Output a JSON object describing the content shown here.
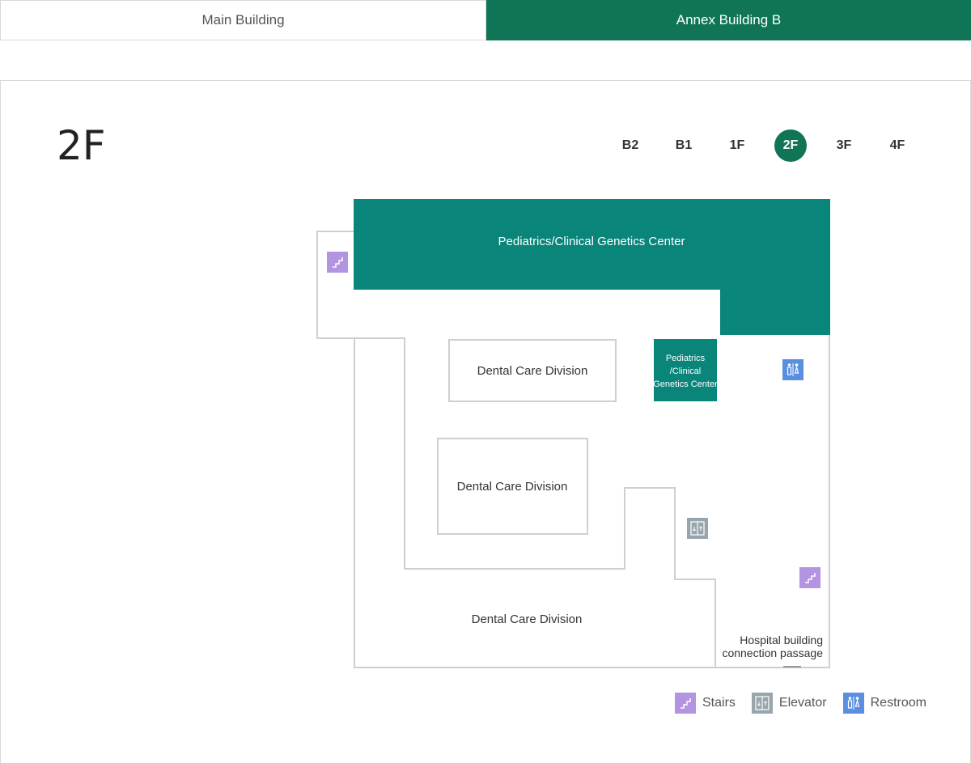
{
  "tabs": [
    {
      "label": "Main Building",
      "active": false
    },
    {
      "label": "Annex Building B",
      "active": true
    }
  ],
  "floor": {
    "current": "2F"
  },
  "floor_nav": [
    {
      "label": "B2",
      "active": false
    },
    {
      "label": "B1",
      "active": false
    },
    {
      "label": "1F",
      "active": false
    },
    {
      "label": "2F",
      "active": true
    },
    {
      "label": "3F",
      "active": false
    },
    {
      "label": "4F",
      "active": false
    }
  ],
  "rooms": {
    "pediatrics_main": "Pediatrics/Clinical Genetics Center",
    "pediatrics_small": [
      "Pediatrics",
      "/Clinical",
      "Genetics Center"
    ],
    "dental_1": "Dental Care Division",
    "dental_2": "Dental Care Division",
    "dental_3": "Dental Care Division",
    "connection": [
      "Hospital building",
      "connection passage"
    ]
  },
  "legend": {
    "stairs": "Stairs",
    "elevator": "Elevator",
    "restroom": "Restroom"
  },
  "colors": {
    "brand": "#107556",
    "room_teal": "#0a857a",
    "stairs": "#b394e0",
    "elevator": "#99a5ad",
    "restroom": "#5a8ee0",
    "wall": "#cfcfcf"
  }
}
